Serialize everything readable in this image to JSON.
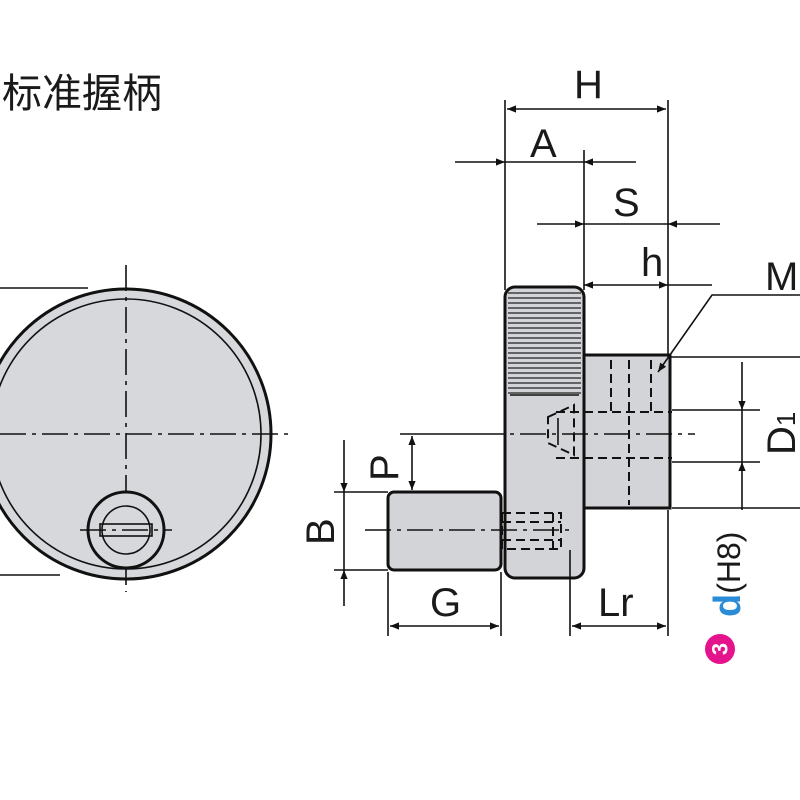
{
  "title": "标准握柄",
  "labels": {
    "H": "H",
    "A": "A",
    "S": "S",
    "h": "h",
    "M": "M",
    "D_main": "D",
    "D_sub": "1",
    "P": "P",
    "B": "B",
    "G": "G",
    "Lr": "Lr",
    "d_letter": "d",
    "d_tol": "(H8)",
    "callout_num": "3"
  },
  "colors": {
    "line": "#111111",
    "fill": "#d2d4d8",
    "dim_d": "#2a8bd6",
    "callout_bg": "#e6148c",
    "callout_fg": "#ffffff"
  }
}
